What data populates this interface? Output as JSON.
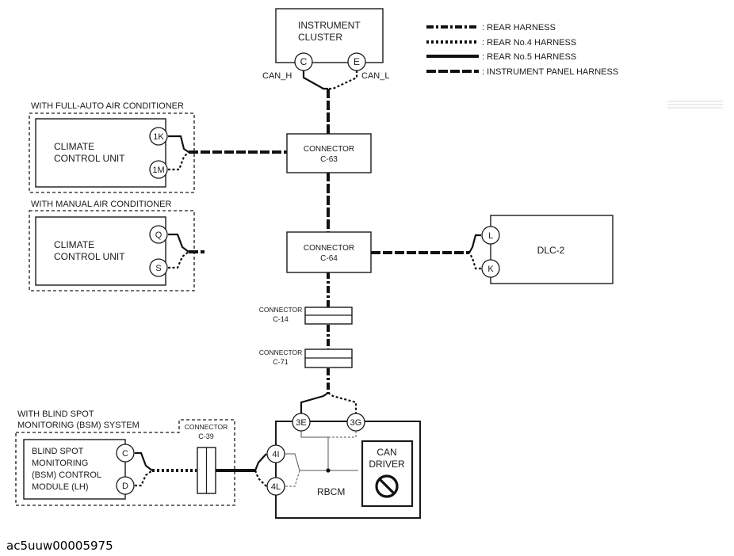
{
  "legend": {
    "rear_harness": ": REAR HARNESS",
    "rear_no4_harness": ": REAR No.4 HARNESS",
    "rear_no5_harness": ": REAR No.5 HARNESS",
    "instrument_panel_harness": ": INSTRUMENT PANEL HARNESS"
  },
  "instrument_cluster": {
    "line1": "INSTRUMENT",
    "line2": "CLUSTER",
    "pin_c": "C",
    "pin_e": "E",
    "can_h": "CAN_H",
    "can_l": "CAN_L"
  },
  "full_auto": {
    "caption": "WITH FULL-AUTO AIR CONDITIONER",
    "unit_line1": "CLIMATE",
    "unit_line2": "CONTROL UNIT",
    "pin_1": "1K",
    "pin_2": "1M"
  },
  "manual": {
    "caption": "WITH MANUAL AIR CONDITIONER",
    "unit_line1": "CLIMATE",
    "unit_line2": "CONTROL UNIT",
    "pin_1": "Q",
    "pin_2": "S"
  },
  "connector_c63": {
    "line1": "CONNECTOR",
    "line2": "C-63"
  },
  "connector_c64": {
    "line1": "CONNECTOR",
    "line2": "C-64"
  },
  "connector_c14": {
    "line1": "CONNECTOR",
    "line2": "C-14"
  },
  "connector_c71": {
    "line1": "CONNECTOR",
    "line2": "C-71"
  },
  "connector_c39": {
    "line1": "CONNECTOR",
    "line2": "C-39"
  },
  "dlc2": {
    "label": "DLC-2",
    "pin_1": "L",
    "pin_2": "K"
  },
  "bsm": {
    "caption_line1": "WITH BLIND SPOT",
    "caption_line2": "MONITORING (BSM) SYSTEM",
    "module_line1": "BLIND SPOT",
    "module_line2": "MONITORING",
    "module_line3": "(BSM) CONTROL",
    "module_line4": "MODULE (LH)",
    "pin_1": "C",
    "pin_2": "D"
  },
  "rbcm": {
    "label": "RBCM",
    "pin_3e": "3E",
    "pin_3g": "3G",
    "pin_4i": "4I",
    "pin_4l": "4L",
    "can_driver_line1": "CAN",
    "can_driver_line2": "DRIVER"
  },
  "image_code": "ac5uuw00005975"
}
